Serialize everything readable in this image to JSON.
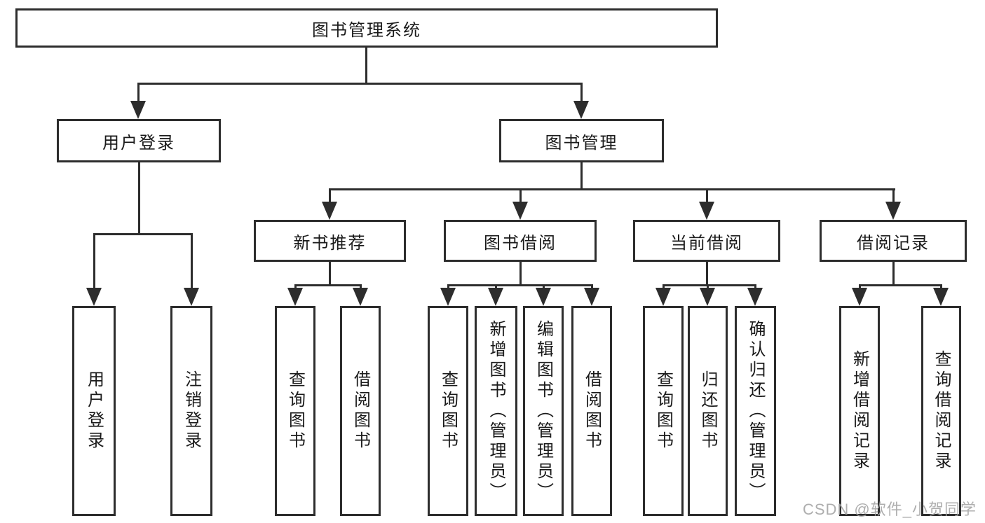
{
  "tree": {
    "label": "图书管理系统",
    "children": [
      {
        "label": "用户登录",
        "children": [
          {
            "label": "用户登录"
          },
          {
            "label": "注销登录"
          }
        ]
      },
      {
        "label": "图书管理",
        "children": [
          {
            "label": "新书推荐",
            "children": [
              {
                "label": "查询图书"
              },
              {
                "label": "借阅图书"
              }
            ]
          },
          {
            "label": "图书借阅",
            "children": [
              {
                "label": "查询图书"
              },
              {
                "label": "新增图书（管理员）"
              },
              {
                "label": "编辑图书（管理员）"
              },
              {
                "label": "借阅图书"
              }
            ]
          },
          {
            "label": "当前借阅",
            "children": [
              {
                "label": "查询图书"
              },
              {
                "label": "归还图书"
              },
              {
                "label": "确认归还（管理员）"
              }
            ]
          },
          {
            "label": "借阅记录",
            "children": [
              {
                "label": "新增借阅记录"
              },
              {
                "label": "查询借阅记录"
              }
            ]
          }
        ]
      }
    ]
  },
  "watermark": {
    "text": "CSDN @软件_小贺同学"
  },
  "colors": {
    "line": "#2d2d2d",
    "text": "#1a1a1a",
    "watermark": "#a5a5a5",
    "background": "#ffffff"
  }
}
